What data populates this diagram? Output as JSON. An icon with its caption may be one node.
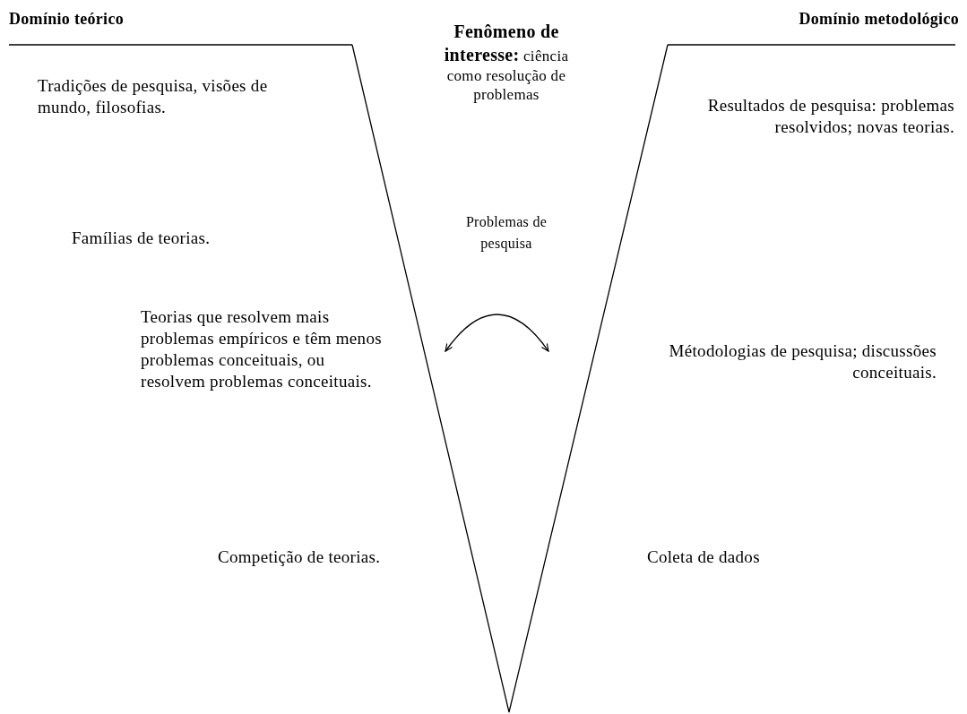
{
  "diagram": {
    "labels": [
      "Domínio teórico",
      "**Fenômeno de interesse:** ciência como resolução de problemas",
      "Domínio metodológico",
      "Tradições de pesquisa, visões de mundo, filosofias.",
      "Resultados de pesquisa: problemas resolvidos; novas teorias.",
      "Problemas de pesquisa",
      "Famílias de teorias.",
      "Teorias que resolvem mais problemas empíricos e têm menos problemas conceituais, ou resolvem problemas conceituais.",
      "Métodologias de pesquisa; discussões conceituais.",
      "Competição de teorias.",
      "Coleta de dados"
    ]
  }
}
